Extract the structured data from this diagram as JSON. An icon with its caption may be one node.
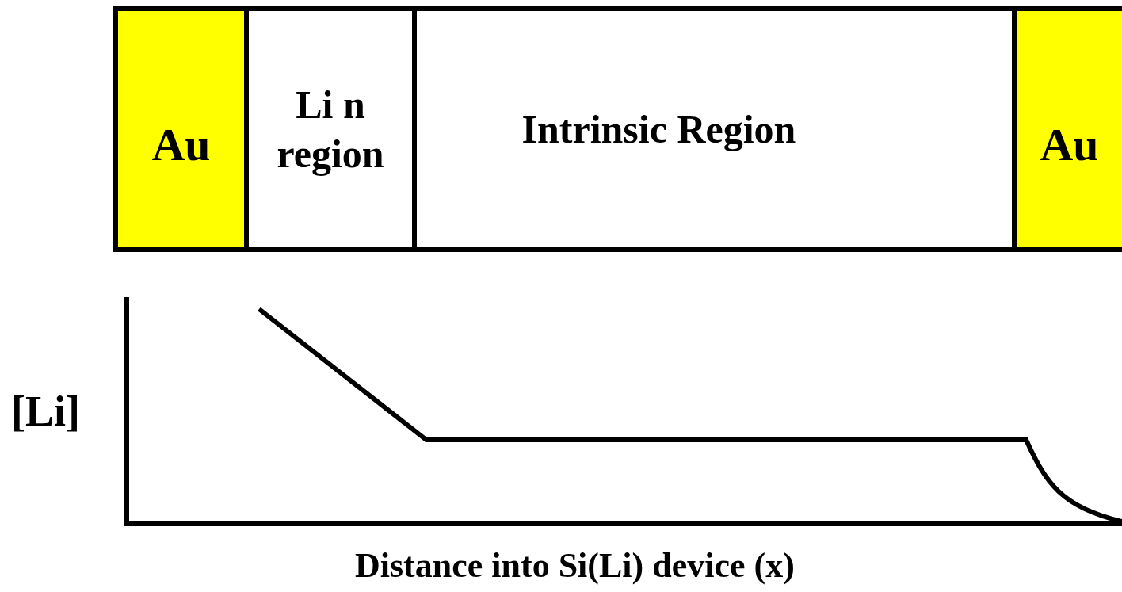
{
  "diagram": {
    "nodes": [
      {
        "text": [
          "Au"
        ]
      },
      {
        "text": [
          "Li n region"
        ]
      },
      {
        "text": [
          "Intrinsic Region"
        ]
      },
      {
        "text": [
          "Au"
        ]
      }
    ],
    "labels": [
      "[Li]",
      "Distance into Si(Li) device (x)"
    ]
  }
}
